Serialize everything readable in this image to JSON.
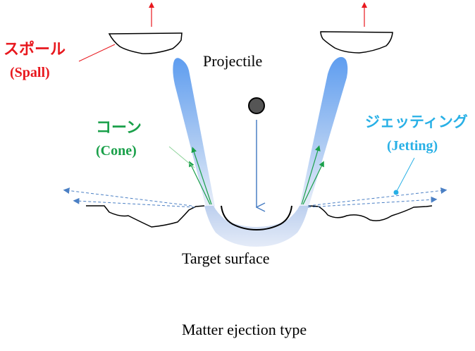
{
  "labels": {
    "spall_jp": "スポール",
    "spall_en": "(Spall)",
    "projectile": "Projectile",
    "cone_jp": "コーン",
    "cone_en": "(Cone)",
    "jetting_jp": "ジェッティング",
    "jetting_en": "(Jetting)",
    "target_surface": "Target surface",
    "caption": "Matter ejection type"
  },
  "colors": {
    "spall": "#e8181e",
    "cone": "#1aa04a",
    "jetting": "#28b0e6",
    "jet_arrows": "#4a7fc4",
    "plume_top": "#5e9df0",
    "plume_bottom": "#e6ecf8",
    "projectile_fill": "#555555",
    "outline": "#000000"
  }
}
